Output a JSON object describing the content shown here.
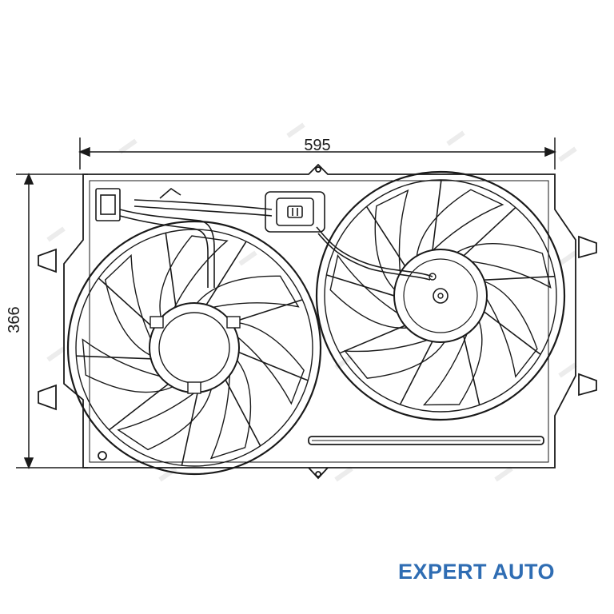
{
  "dimensions": {
    "width_label": "595",
    "height_label": "366"
  },
  "brand": {
    "text": "EXPERT AUTO",
    "color": "#2f6db3"
  },
  "colors": {
    "line": "#1a1a1a",
    "watermark": "#ececec"
  }
}
